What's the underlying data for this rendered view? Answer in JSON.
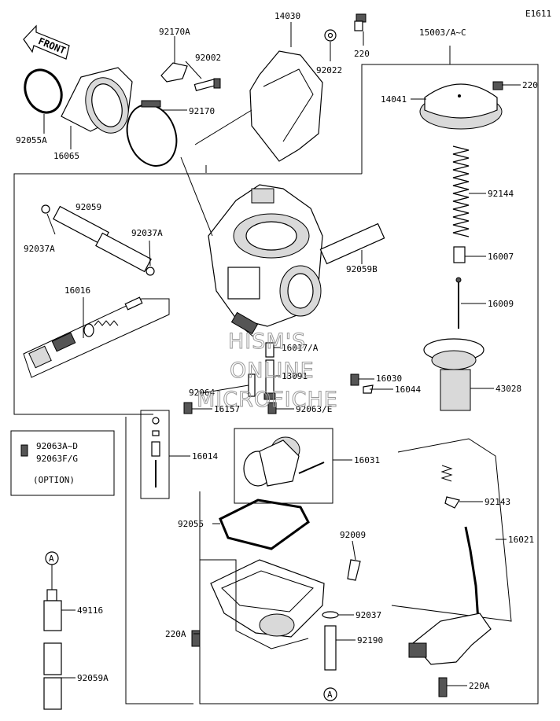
{
  "diagram_id": "E1611",
  "front_label": "FRONT",
  "option_box": {
    "line1": "92063A~D",
    "line2": "92063F/G",
    "line3": "(OPTION)"
  },
  "watermark": [
    "HISM'S",
    "ONLINE",
    "MICROFICHE"
  ],
  "callouts": {
    "c14030": "14030",
    "c220_top": "220",
    "c92170A": "92170A",
    "c92002": "92002",
    "c92022": "92022",
    "c15003": "15003/A~C",
    "c92055A": "92055A",
    "c16065": "16065",
    "c92170": "92170",
    "c14041": "14041",
    "c220_cap": "220",
    "c92059": "92059",
    "c92037A_l": "92037A",
    "c92037A_r": "92037A",
    "c92144": "92144",
    "c92059B": "92059B",
    "c16007": "16007",
    "c16016": "16016",
    "c16009": "16009",
    "c16017A": "16017/A",
    "c13091": "13091",
    "c16030": "16030",
    "c92064": "92064",
    "c16044": "16044",
    "c43028": "43028",
    "c16157": "16157",
    "c92063E": "92063/E",
    "c16014": "16014",
    "c16031": "16031",
    "c92143": "92143",
    "c92055": "92055",
    "c92009": "92009",
    "c16021": "16021",
    "c49116": "49116",
    "c92037": "92037",
    "c220A_l": "220A",
    "c92190": "92190",
    "c92059A": "92059A",
    "c220A_r": "220A",
    "marker_a1": "A",
    "marker_a2": "A"
  }
}
